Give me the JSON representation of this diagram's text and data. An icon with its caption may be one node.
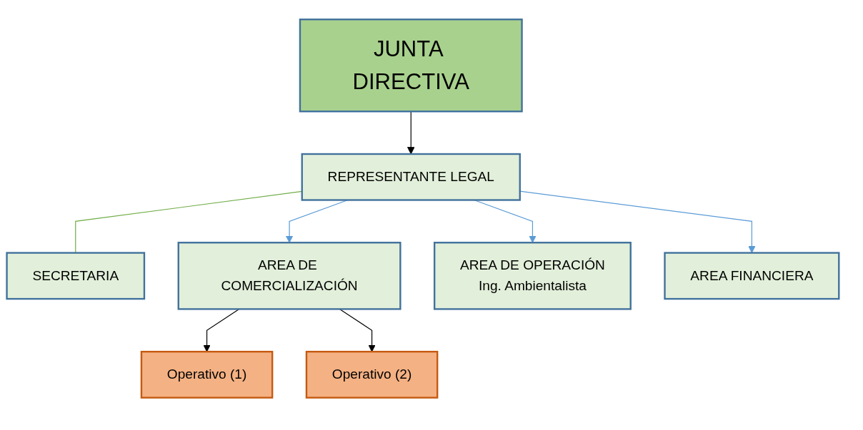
{
  "diagram": {
    "nodes": [
      {
        "text": [
          "JUNTA DIRECTIVA"
        ]
      },
      {
        "text": [
          "REPRESENTANTE LEGAL"
        ]
      },
      {
        "text": [
          "SECRETARIA"
        ]
      },
      {
        "text": [
          "AREA DE COMERCIALIZACIÓN"
        ]
      },
      {
        "text": [
          "AREA DE OPERACIÓN",
          "Ing. Ambientalista"
        ]
      },
      {
        "text": [
          "AREA FINANCIERA"
        ]
      },
      {
        "text": [
          "Operativo (1)"
        ]
      },
      {
        "text": [
          "Operativo (2)"
        ]
      }
    ],
    "edges": [
      {
        "from": 0,
        "to": 1,
        "arrow": "to",
        "color": "#000000"
      },
      {
        "from": 1,
        "to": 2,
        "arrow": "none",
        "color": "#70ad47"
      },
      {
        "from": 1,
        "to": 3,
        "arrow": "to",
        "color": "#5b9bd5"
      },
      {
        "from": 1,
        "to": 4,
        "arrow": "to",
        "color": "#5b9bd5"
      },
      {
        "from": 1,
        "to": 5,
        "arrow": "to",
        "color": "#5b9bd5"
      },
      {
        "from": 3,
        "to": 6,
        "arrow": "to",
        "color": "#000000"
      },
      {
        "from": 3,
        "to": 7,
        "arrow": "to",
        "color": "#000000"
      }
    ]
  }
}
